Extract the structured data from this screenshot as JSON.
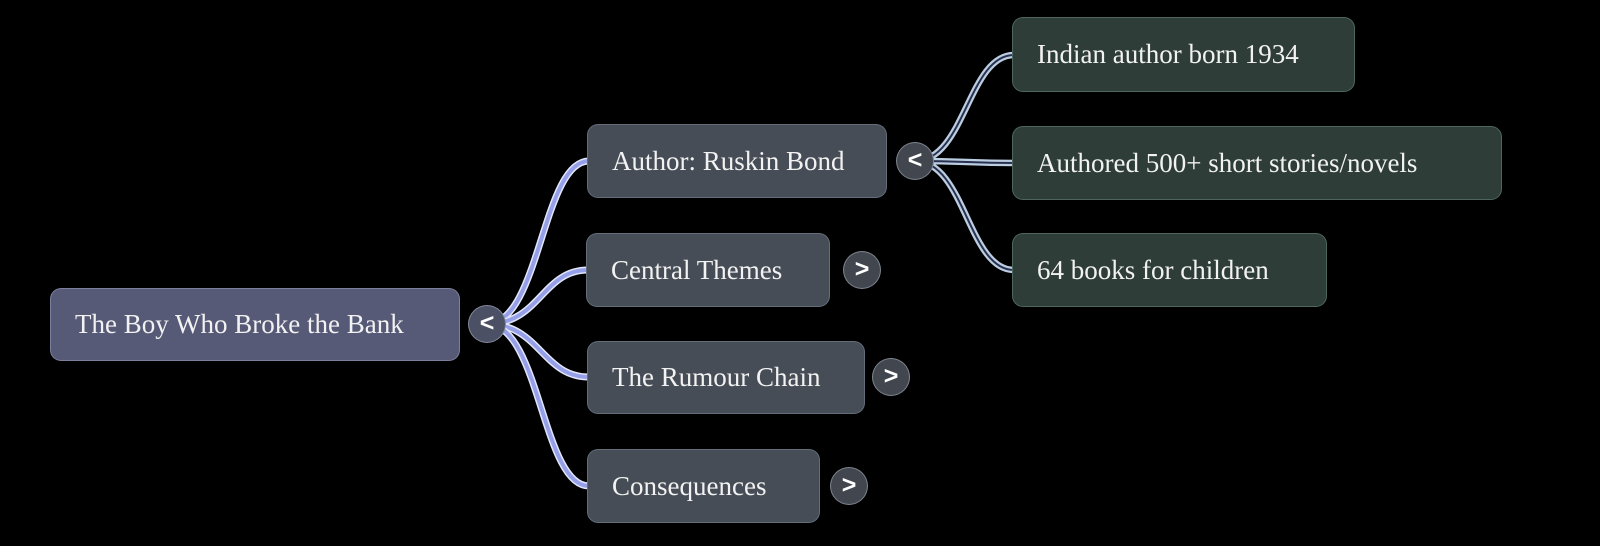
{
  "diagram": {
    "type": "mindmap",
    "root": {
      "label": "The Boy Who Broke the Bank",
      "toggle": "<",
      "expanded": true
    },
    "branches": [
      {
        "label": "Author: Ruskin Bond",
        "toggle": "<",
        "expanded": true,
        "children": [
          {
            "label": "Indian author born 1934"
          },
          {
            "label": "Authored 500+ short stories/novels"
          },
          {
            "label": "64 books for children"
          }
        ]
      },
      {
        "label": "Central Themes",
        "toggle": ">",
        "expanded": false
      },
      {
        "label": "The Rumour Chain",
        "toggle": ">",
        "expanded": false
      },
      {
        "label": "Consequences",
        "toggle": ">",
        "expanded": false
      }
    ]
  },
  "colors": {
    "background": "#000000",
    "text": "#f2f2f2",
    "root_node_bg": "#565a77",
    "branch_node_bg": "#464d56",
    "leaf_node_bg": "#2e3d37",
    "root_toggle_bg": "#4c5065",
    "branch_toggle_bg": "#42474f",
    "root_link_outer": "#e2e6fb",
    "root_link_inner": "#96a0e8",
    "branch_link_outer": "#bbcde1",
    "branch_link_inner": "#2a3150"
  }
}
